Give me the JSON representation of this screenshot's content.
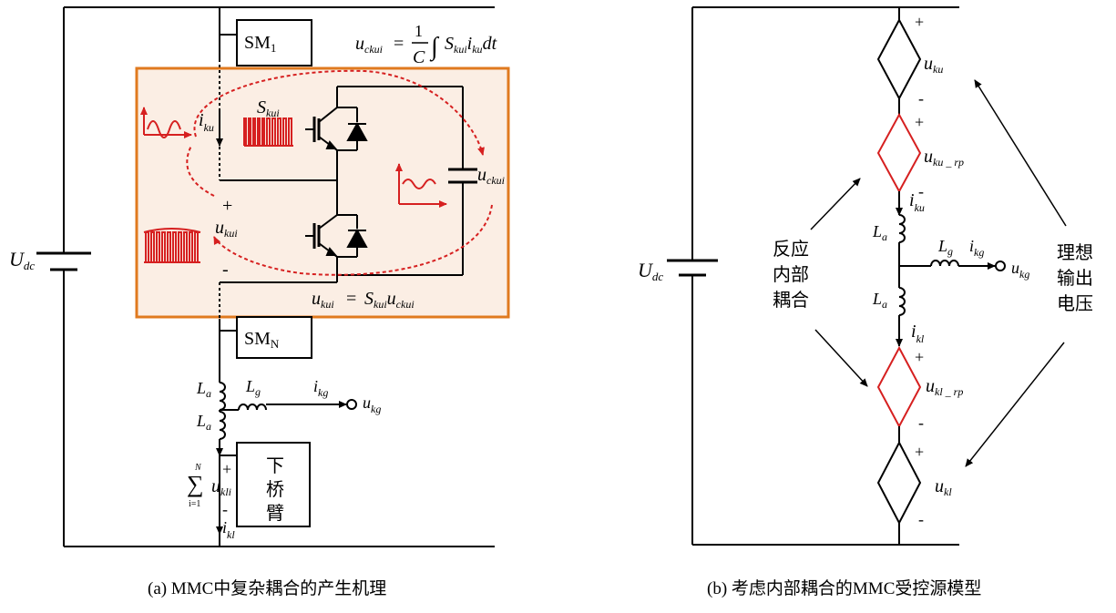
{
  "panel_a": {
    "sm1": "SM",
    "sm1_sub": "1",
    "smn": "SM",
    "smn_sub": "N",
    "formula_top_lhs": "u",
    "formula_top_lhs_sub": "ckui",
    "formula_top_eq": "=",
    "formula_top_num": "1",
    "formula_top_den": "C",
    "formula_top_int": "∫",
    "formula_top_s": "S",
    "formula_top_s_sub": "kui",
    "formula_top_i": "i",
    "formula_top_i_sub": "ku",
    "formula_top_dt": "dt",
    "formula_bottom_lhs": "u",
    "formula_bottom_lhs_sub": "kui",
    "formula_bottom_eq": "=",
    "formula_bottom_s": "S",
    "formula_bottom_s_sub": "kui",
    "formula_bottom_u": "u",
    "formula_bottom_u_sub": "ckui",
    "i_ku": "i",
    "i_ku_sub": "ku",
    "s_kui": "S",
    "s_kui_sub": "kui",
    "u_ckui": "u",
    "u_ckui_sub": "ckui",
    "u_kui": "u",
    "u_kui_sub": "kui",
    "plus": "+",
    "minus": "-",
    "udc": "U",
    "udc_sub": "dc",
    "la_top": "L",
    "la_top_sub": "a",
    "la_bottom": "L",
    "la_bottom_sub": "a",
    "lg": "L",
    "lg_sub": "g",
    "ikg": "i",
    "ikg_sub": "kg",
    "ukg": "u",
    "ukg_sub": "kg",
    "lower_arm": [
      "下",
      "桥",
      "臂"
    ],
    "sum_symbol": "∑",
    "sum_top": "N",
    "sum_bottom": "i=1",
    "sum_u": "u",
    "sum_u_sub": "kli",
    "ikl": "i",
    "ikl_sub": "kl",
    "caption": "(a) MMC中复杂耦合的产生机理"
  },
  "panel_b": {
    "udc": "U",
    "udc_sub": "dc",
    "u_ku": "u",
    "u_ku_sub": "ku",
    "u_ku_rp": "u",
    "u_ku_rp_sub": "ku _ rp",
    "i_ku": "i",
    "i_ku_sub": "ku",
    "la_top": "L",
    "la_top_sub": "a",
    "lg": "L",
    "lg_sub": "g",
    "ikg": "i",
    "ikg_sub": "kg",
    "ukg": "u",
    "ukg_sub": "kg",
    "la_bottom": "L",
    "la_bottom_sub": "a",
    "i_kl": "i",
    "i_kl_sub": "kl",
    "u_kl_rp": "u",
    "u_kl_rp_sub": "kl _ rp",
    "u_kl": "u",
    "u_kl_sub": "kl",
    "plus": "+",
    "minus": "-",
    "left_note": [
      "反应",
      "内部",
      "耦合"
    ],
    "right_note": [
      "理想",
      "输出",
      "电压"
    ],
    "caption": "(b) 考虑内部耦合的MMC受控源模型"
  },
  "colors": {
    "highlight_fill": "#fbeee4",
    "highlight_border": "#e07a1f",
    "red": "#d62020"
  }
}
